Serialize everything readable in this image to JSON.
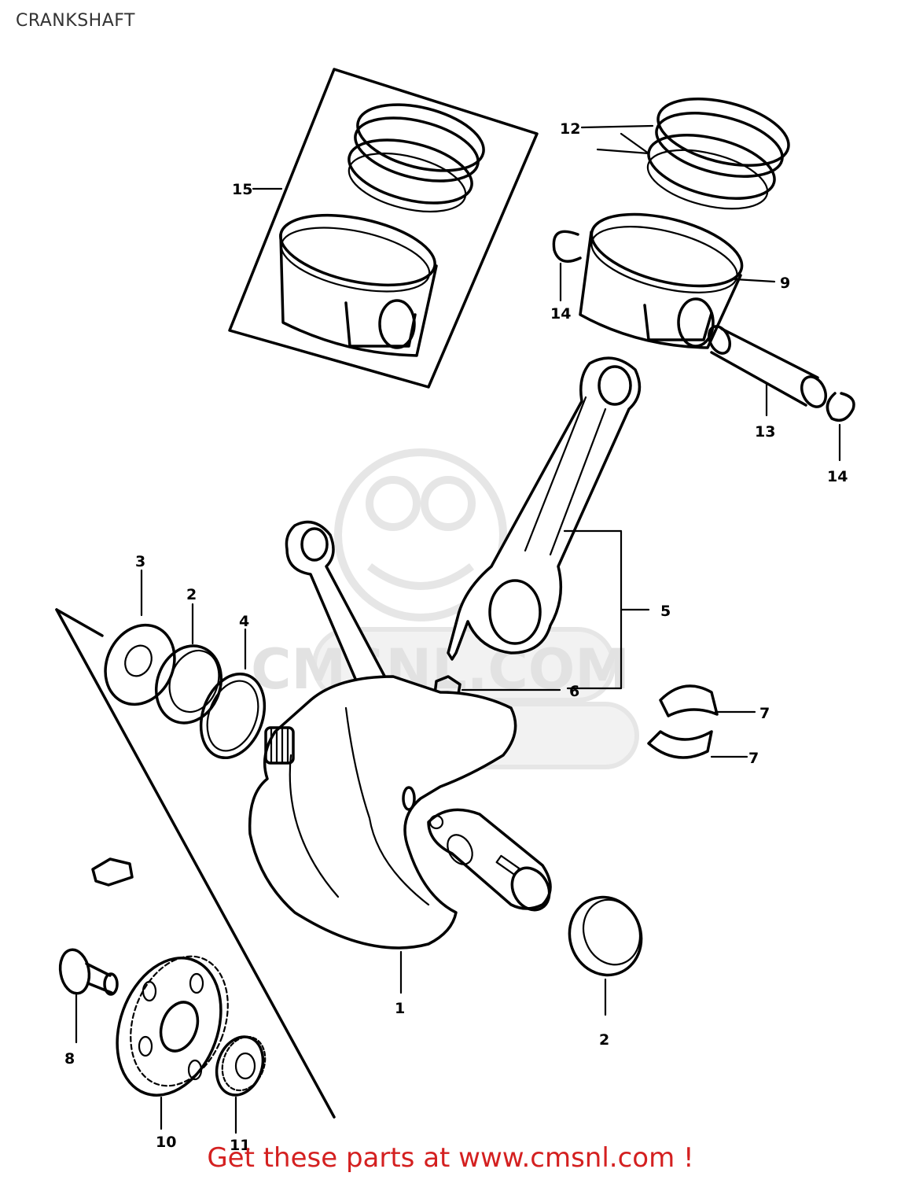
{
  "page": {
    "title": "CRANKSHAFT"
  },
  "watermark": {
    "text": "CMSNL.COM",
    "color": "#e2e2e2"
  },
  "footer": {
    "text": "Get these parts at www.cmsnl.com !",
    "color": "#d42020"
  },
  "callouts": [
    {
      "id": "1",
      "text": "1"
    },
    {
      "id": "2a",
      "text": "2"
    },
    {
      "id": "2b",
      "text": "2"
    },
    {
      "id": "3",
      "text": "3"
    },
    {
      "id": "4",
      "text": "4"
    },
    {
      "id": "5",
      "text": "5"
    },
    {
      "id": "6",
      "text": "6"
    },
    {
      "id": "7a",
      "text": "7"
    },
    {
      "id": "7b",
      "text": "7"
    },
    {
      "id": "8",
      "text": "8"
    },
    {
      "id": "9",
      "text": "9"
    },
    {
      "id": "10",
      "text": "10"
    },
    {
      "id": "11",
      "text": "11"
    },
    {
      "id": "12",
      "text": "12"
    },
    {
      "id": "13",
      "text": "13"
    },
    {
      "id": "14a",
      "text": "14"
    },
    {
      "id": "14b",
      "text": "14"
    },
    {
      "id": "15",
      "text": "15"
    }
  ]
}
